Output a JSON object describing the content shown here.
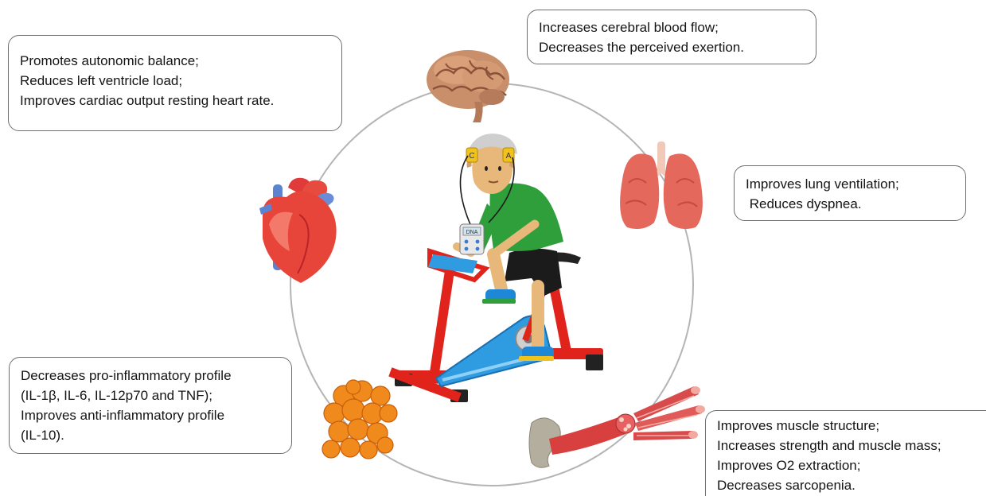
{
  "figure": {
    "callouts": {
      "heart": {
        "lines": [
          "Promotes autonomic balance;",
          "Reduces left ventricle load;",
          "Improves cardiac output resting heart rate."
        ]
      },
      "brain": {
        "lines": [
          "Increases cerebral blood flow;",
          "Decreases the perceived exertion."
        ]
      },
      "lungs": {
        "lines": [
          "Improves lung ventilation;",
          " Reduces dyspnea."
        ]
      },
      "immune": {
        "lines": [
          "Decreases pro-inflammatory profile",
          "(IL-1β, IL-6, IL-12p70 and TNF);",
          "Improves anti-inflammatory profile",
          "(IL-10)."
        ]
      },
      "muscle": {
        "lines": [
          "Improves muscle structure;",
          "Increases strength and muscle mass;",
          "Improves O2 extraction;",
          "Decreases sarcopenia."
        ]
      }
    },
    "device": {
      "screen_text": "DNA",
      "electrode_labels": [
        "C",
        "A"
      ]
    },
    "icons": [
      "heart-icon",
      "brain-icon",
      "lungs-icon",
      "immune-cells-icon",
      "muscle-bone-icon",
      "cyclist-tdcs-illustration"
    ],
    "colors": {
      "circle_stroke": "#b4b4b4",
      "bike_frame": "#e0241c",
      "bike_panel": "#2f9be0",
      "shirt": "#2e9f3a",
      "shorts": "#1b1b1b",
      "heart": "#e8453a",
      "brain": "#c98f6a",
      "lungs": "#e4685c",
      "cells": "#f08a1c",
      "muscle": "#d8403f"
    }
  }
}
